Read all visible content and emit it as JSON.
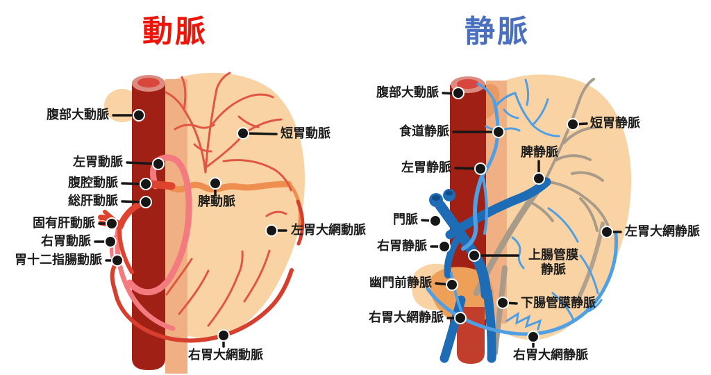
{
  "artery": {
    "title": "動脈",
    "labels": {
      "abdominal_aorta": "腹部大動脈",
      "left_gastric": "左胃動脈",
      "celiac": "腹腔動脈",
      "common_hepatic": "総肝動脈",
      "proper_hepatic": "固有肝動脈",
      "right_gastric": "右胃動脈",
      "gastroduodenal": "胃十二指腸動脈",
      "short_gastric": "短胃動脈",
      "splenic": "脾動脈",
      "left_gastroepiploic": "左胃大網動脈",
      "right_gastroepiploic": "右胃大網動脈"
    }
  },
  "vein": {
    "title": "静脈",
    "labels": {
      "abdominal_aorta": "腹部大動脈",
      "esophageal": "食道静脈",
      "left_gastric": "左胃静脈",
      "portal": "門脈",
      "right_gastric": "右胃静脈",
      "prepyloric": "幽門前静脈",
      "right_gastroepiploic": "右胃大網静脈",
      "short_gastric": "短胃静脈",
      "splenic": "脾静脈",
      "left_gastroepiploic": "左胃大網静脈",
      "superior_mesenteric": "上腸管膜\n静脈",
      "inferior_mesenteric": "下腸管膜静脈",
      "right_gastroepiploic_bottom": "右胃大網静脈"
    }
  },
  "colors": {
    "artery_title": "#ee1408",
    "vein_title": "#4a6fbe",
    "label_text": "#1c1c1c",
    "aorta_dark_red": "#a02015",
    "stomach_peach": "#f9d3a3",
    "duodenum_tan": "#f1b083",
    "artery_red": "#de4330",
    "artery_pink": "#f37a7f",
    "artery_orange": "#ee8f50",
    "vein_dark_blue": "#1f6cb6",
    "vein_light_blue": "#4f9fe4",
    "vein_grey": "#a89b8a",
    "pancreas_orange": "#efa058"
  }
}
